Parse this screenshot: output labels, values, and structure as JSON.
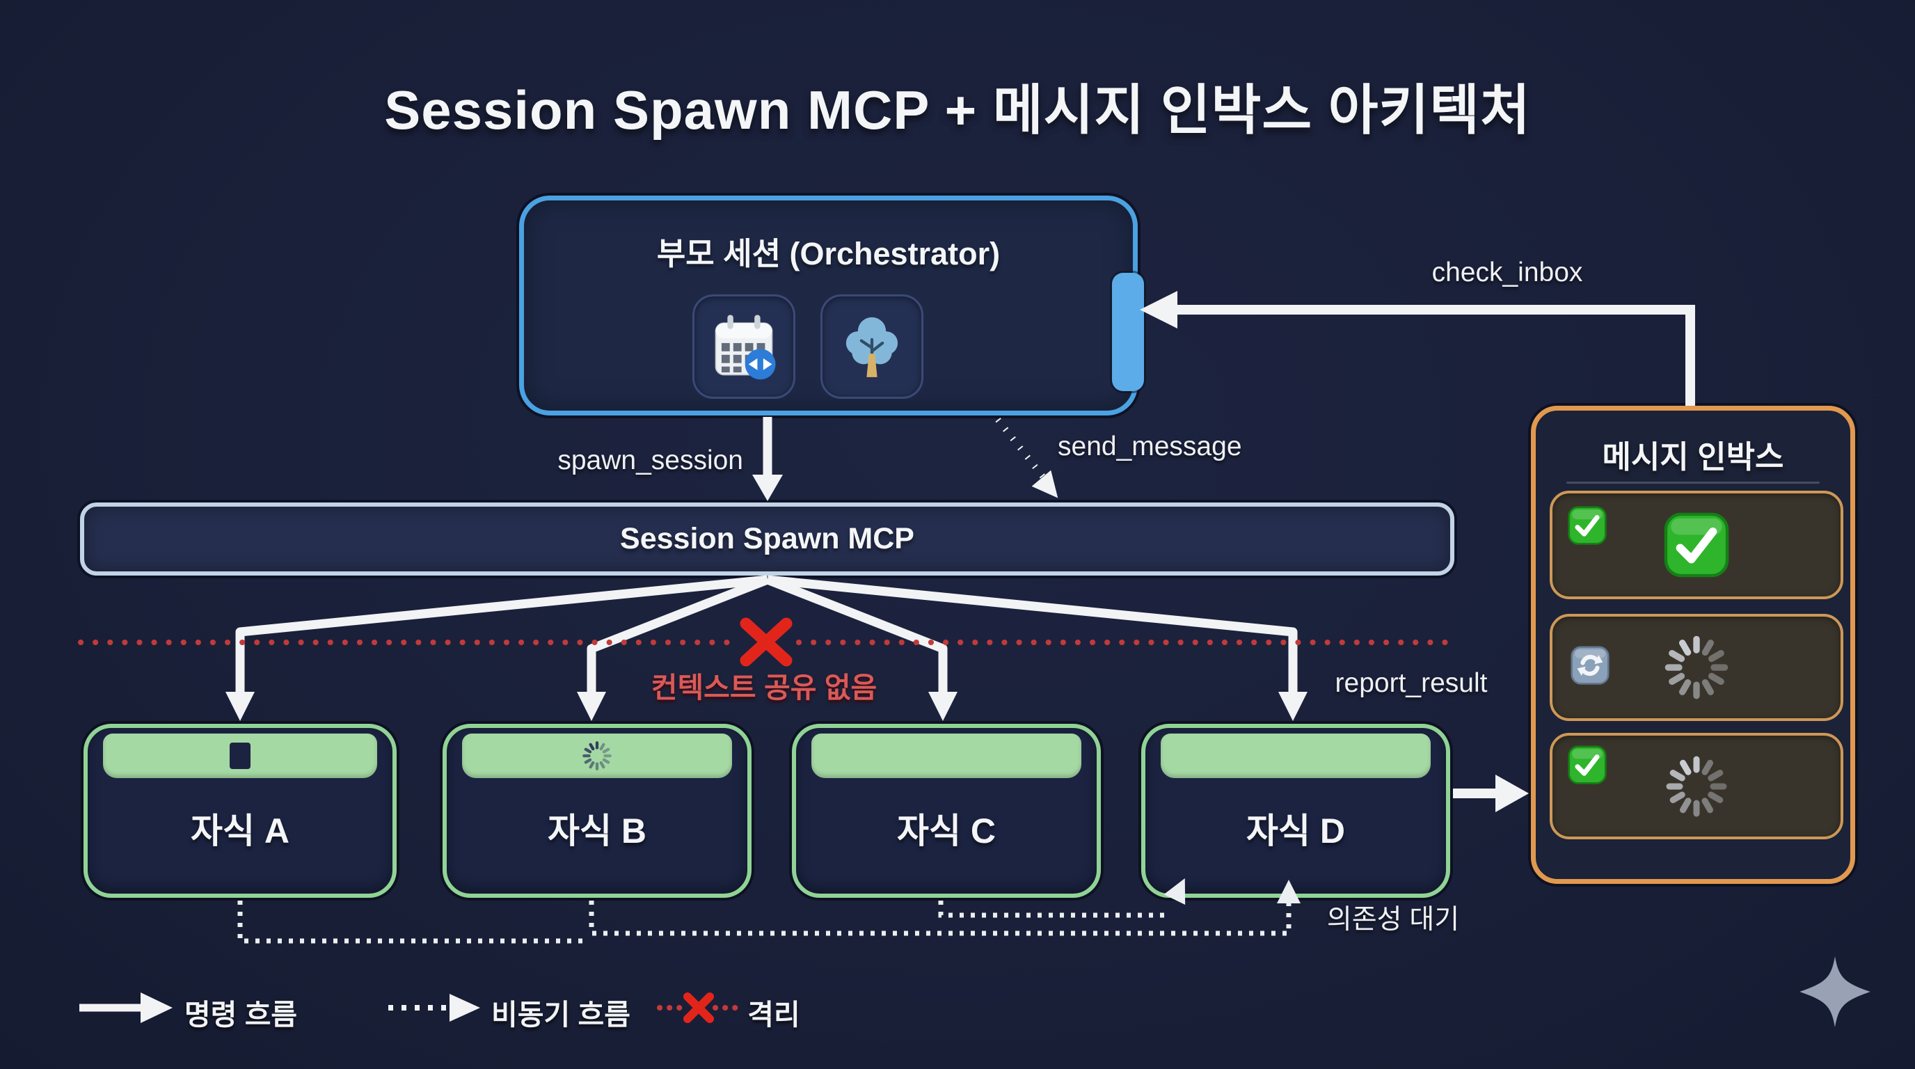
{
  "title": "Session Spawn MCP + 메시지 인박스 아키텍처",
  "parent": {
    "title": "부모 세션 (Orchestrator)",
    "icons": [
      "calendar-sync-icon",
      "tree-icon"
    ]
  },
  "mcp_bar": {
    "label": "Session Spawn MCP"
  },
  "edges": {
    "spawn_session": "spawn_session",
    "send_message": "send_message",
    "check_inbox": "check_inbox",
    "report_result": "report_result",
    "dependency_wait": "의존성 대기",
    "no_context_share": "컨텍스트 공유 없음"
  },
  "children": [
    {
      "label": "자식 A",
      "status": "cursor"
    },
    {
      "label": "자식 B",
      "status": "spinner"
    },
    {
      "label": "자식 C",
      "status": "empty"
    },
    {
      "label": "자식 D",
      "status": "empty"
    }
  ],
  "inbox": {
    "title": "메시지 인박스",
    "rows": [
      {
        "left_icon": "check",
        "center_icon": "check"
      },
      {
        "left_icon": "refresh",
        "center_icon": "spinner"
      },
      {
        "left_icon": "check",
        "center_icon": "spinner"
      }
    ]
  },
  "legend": [
    {
      "label": "명령 흐름",
      "type": "solid-arrow"
    },
    {
      "label": "비동기 흐름",
      "type": "dotted-arrow"
    },
    {
      "label": "격리",
      "type": "red-x"
    }
  ],
  "colors": {
    "background": "#1a2039",
    "parent_border": "#4aa2e2",
    "parent_tab": "#5cace9",
    "mcp_border": "#c2d3e6",
    "child_border": "#90d395",
    "child_header": "#a5d9a4",
    "inbox_border": "#e1994f",
    "inbox_row_fill": "#39342b",
    "check_green": "#2eb52b",
    "isolation_red": "#e2251b",
    "red_note_text": "#d95a58",
    "arrow_white": "#f2f3f5",
    "sparkle_gray": "#99a2b4"
  }
}
